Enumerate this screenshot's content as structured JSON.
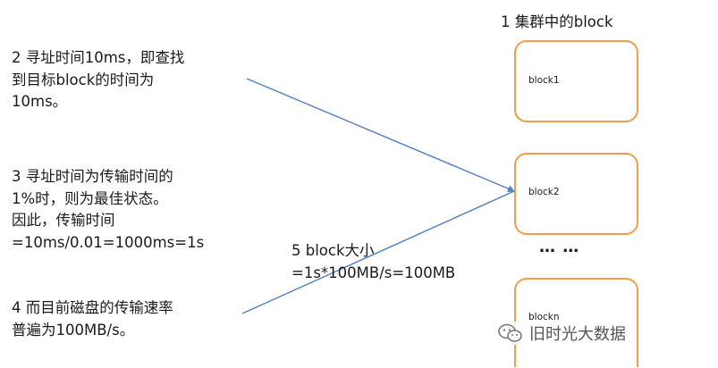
{
  "notes": {
    "seek": [
      "2 寻址时间10ms，即查找",
      "到目标block的时间为",
      "10ms。"
    ],
    "ratio": [
      "3 寻址时间为传输时间的",
      "1%时，则为最佳状态。",
      "因此，传输时间",
      "=10ms/0.01=1000ms=1s"
    ],
    "disk": [
      "4 而目前磁盘的传输速率",
      "普遍为100MB/s。"
    ],
    "size": [
      "5 block大小",
      "=1s*100MB/s=100MB"
    ]
  },
  "cluster": {
    "title": "1 集群中的block",
    "blocks": [
      "block1",
      "block2",
      "blockn"
    ],
    "ellipsis": "… …"
  },
  "watermark": {
    "text": "旧时光大数据"
  },
  "colors": {
    "block_border": "#f39c4a",
    "arrow": "#4f7fc6",
    "text": "#1a1a1a"
  }
}
